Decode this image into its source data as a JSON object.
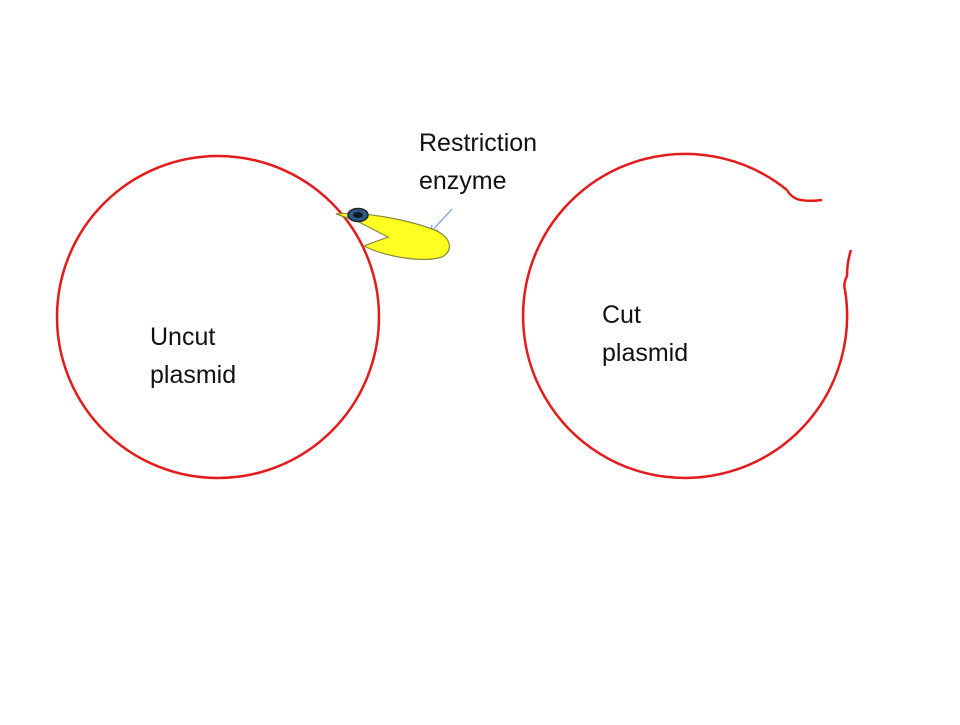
{
  "labels": {
    "enzyme": [
      "Restriction",
      "enzyme"
    ],
    "uncut": [
      "Uncut",
      "plasmid"
    ],
    "cut": [
      "Cut",
      "plasmid"
    ]
  },
  "colors": {
    "plasmid": "#e31b1b",
    "enzyme_body": "#ffff22",
    "enzyme_outline": "#8a8a3a",
    "enzyme_eye": "#2b5b8a",
    "arrow": "#6e9bd1",
    "text": "#111111"
  },
  "icons": {
    "enzyme": "pacman-enzyme-icon"
  }
}
